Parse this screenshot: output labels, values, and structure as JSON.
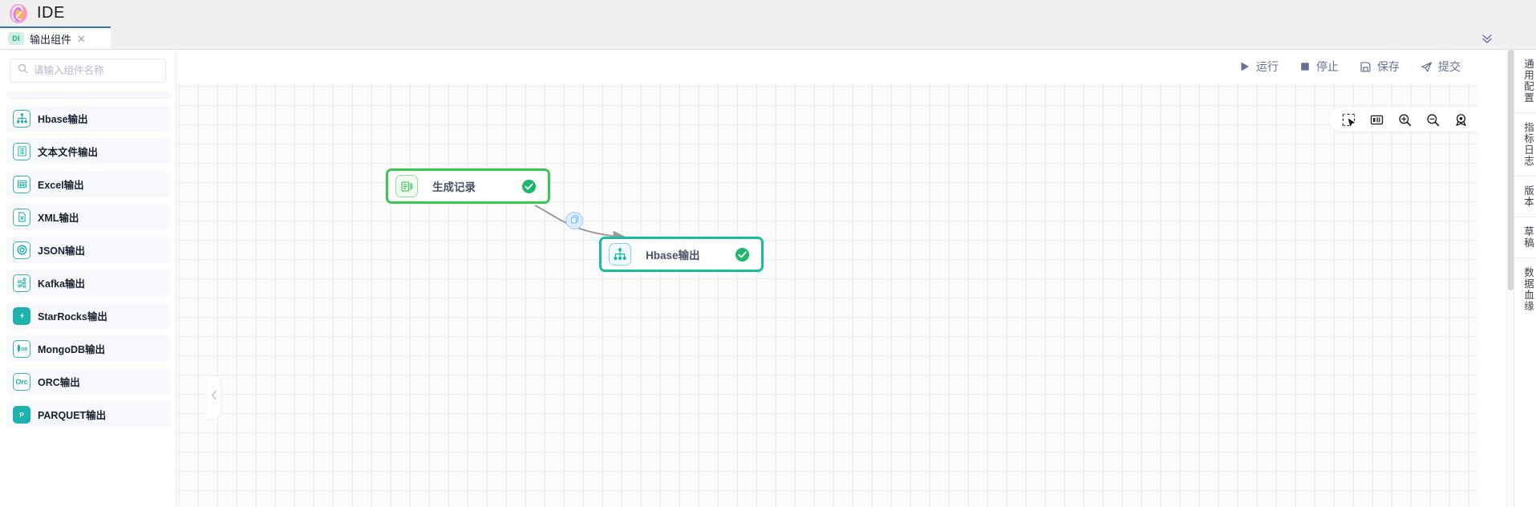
{
  "app": {
    "title": "IDE",
    "logo_icon": "swirl-logo"
  },
  "tabs": [
    {
      "badge": "DI",
      "label": "输出组件",
      "close_icon": "close-icon",
      "active": true
    }
  ],
  "header": {
    "collapse_icon": "double-chevron-down-icon"
  },
  "left_panel": {
    "search": {
      "placeholder": "请输入组件名称",
      "value": "",
      "icon": "search-icon"
    },
    "components": [
      {
        "label": "Hbase输出",
        "icon": "hbase-icon"
      },
      {
        "label": "文本文件输出",
        "icon": "text-file-icon"
      },
      {
        "label": "Excel输出",
        "icon": "excel-grid-icon"
      },
      {
        "label": "XML输出",
        "icon": "xml-file-icon"
      },
      {
        "label": "JSON输出",
        "icon": "json-circle-icon"
      },
      {
        "label": "Kafka输出",
        "icon": "kafka-icon"
      },
      {
        "label": "StarRocks输出",
        "icon": "starrocks-icon"
      },
      {
        "label": "MongoDB输出",
        "icon": "mongodb-icon"
      },
      {
        "label": "ORC输出",
        "icon": "orc-icon"
      },
      {
        "label": "PARQUET输出",
        "icon": "parquet-icon"
      }
    ],
    "collapse_handle_icon": "chevron-left-icon"
  },
  "toolbar": {
    "run_label": "运行",
    "run_icon": "play-icon",
    "stop_label": "停止",
    "stop_icon": "stop-square-icon",
    "save_label": "保存",
    "save_icon": "floppy-disk-icon",
    "submit_label": "提交",
    "submit_icon": "paper-plane-icon"
  },
  "canvas": {
    "tools": [
      {
        "name": "select-box-icon"
      },
      {
        "name": "minimap-icon"
      },
      {
        "name": "zoom-in-icon"
      },
      {
        "name": "zoom-out-icon"
      },
      {
        "name": "fit-location-icon"
      },
      {
        "name": "bookmark-icon"
      }
    ],
    "nodes": [
      {
        "id": "generate",
        "label": "生成记录",
        "icon": "records-icon",
        "status": "success"
      },
      {
        "id": "hbase",
        "label": "Hbase输出",
        "icon": "hbase-icon",
        "status": "success"
      }
    ],
    "edge": {
      "badge_icon": "copy-icon"
    }
  },
  "right_rail": {
    "tabs": [
      {
        "label": "通用配置"
      },
      {
        "label": "指标日志"
      },
      {
        "label": "版本"
      },
      {
        "label": "草稿"
      },
      {
        "label": "数据血缘"
      }
    ]
  },
  "colors": {
    "accent_blue": "#3e6fd4",
    "node_green": "#36c94e",
    "node_teal": "#16bf9b",
    "icon_teal": "#1eb2ad",
    "toolbar_text": "#6a6f98"
  }
}
